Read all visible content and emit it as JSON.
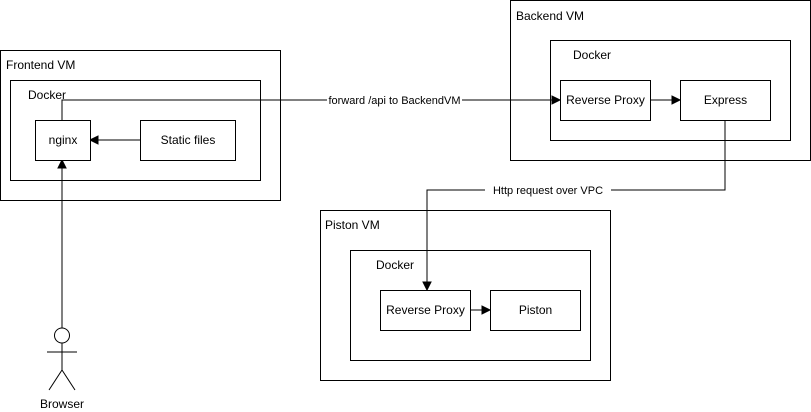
{
  "diagram": {
    "containers": {
      "frontend_vm": {
        "label": "Frontend VM"
      },
      "frontend_docker": {
        "label": "Docker"
      },
      "backend_vm": {
        "label": "Backend VM"
      },
      "backend_docker": {
        "label": "Docker"
      },
      "piston_vm": {
        "label": "Piston VM"
      },
      "piston_docker": {
        "label": "Docker"
      }
    },
    "nodes": {
      "nginx": {
        "label": "nginx"
      },
      "static_files": {
        "label": "Static files"
      },
      "backend_reverse_proxy": {
        "label": "Reverse Proxy"
      },
      "express": {
        "label": "Express"
      },
      "piston_reverse_proxy": {
        "label": "Reverse Proxy"
      },
      "piston": {
        "label": "Piston"
      }
    },
    "actors": {
      "browser": {
        "label": "Browser"
      }
    },
    "edges": {
      "forward_api": {
        "label": "forward /api to BackendVM"
      },
      "http_vpc": {
        "label": "Http request over VPC"
      }
    }
  }
}
